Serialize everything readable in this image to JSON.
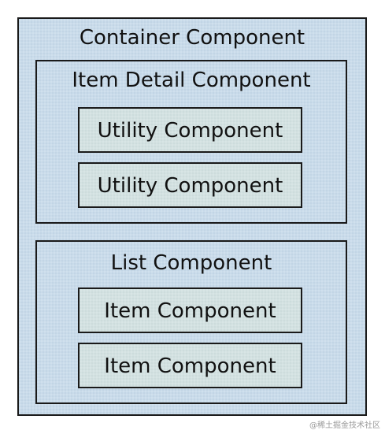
{
  "diagram": {
    "container": {
      "label": "Container Component"
    },
    "item_detail": {
      "label": "Item Detail Component",
      "children": [
        {
          "label": "Utility Component"
        },
        {
          "label": "Utility Component"
        }
      ]
    },
    "list": {
      "label": "List Component",
      "children": [
        {
          "label": "Item Component"
        },
        {
          "label": "Item Component"
        }
      ]
    }
  },
  "colors": {
    "outer_fill": "#c9dbea",
    "inner_fill": "#d3e1e1",
    "border": "#1a1a1a"
  },
  "watermark": "@稀土掘金技术社区"
}
